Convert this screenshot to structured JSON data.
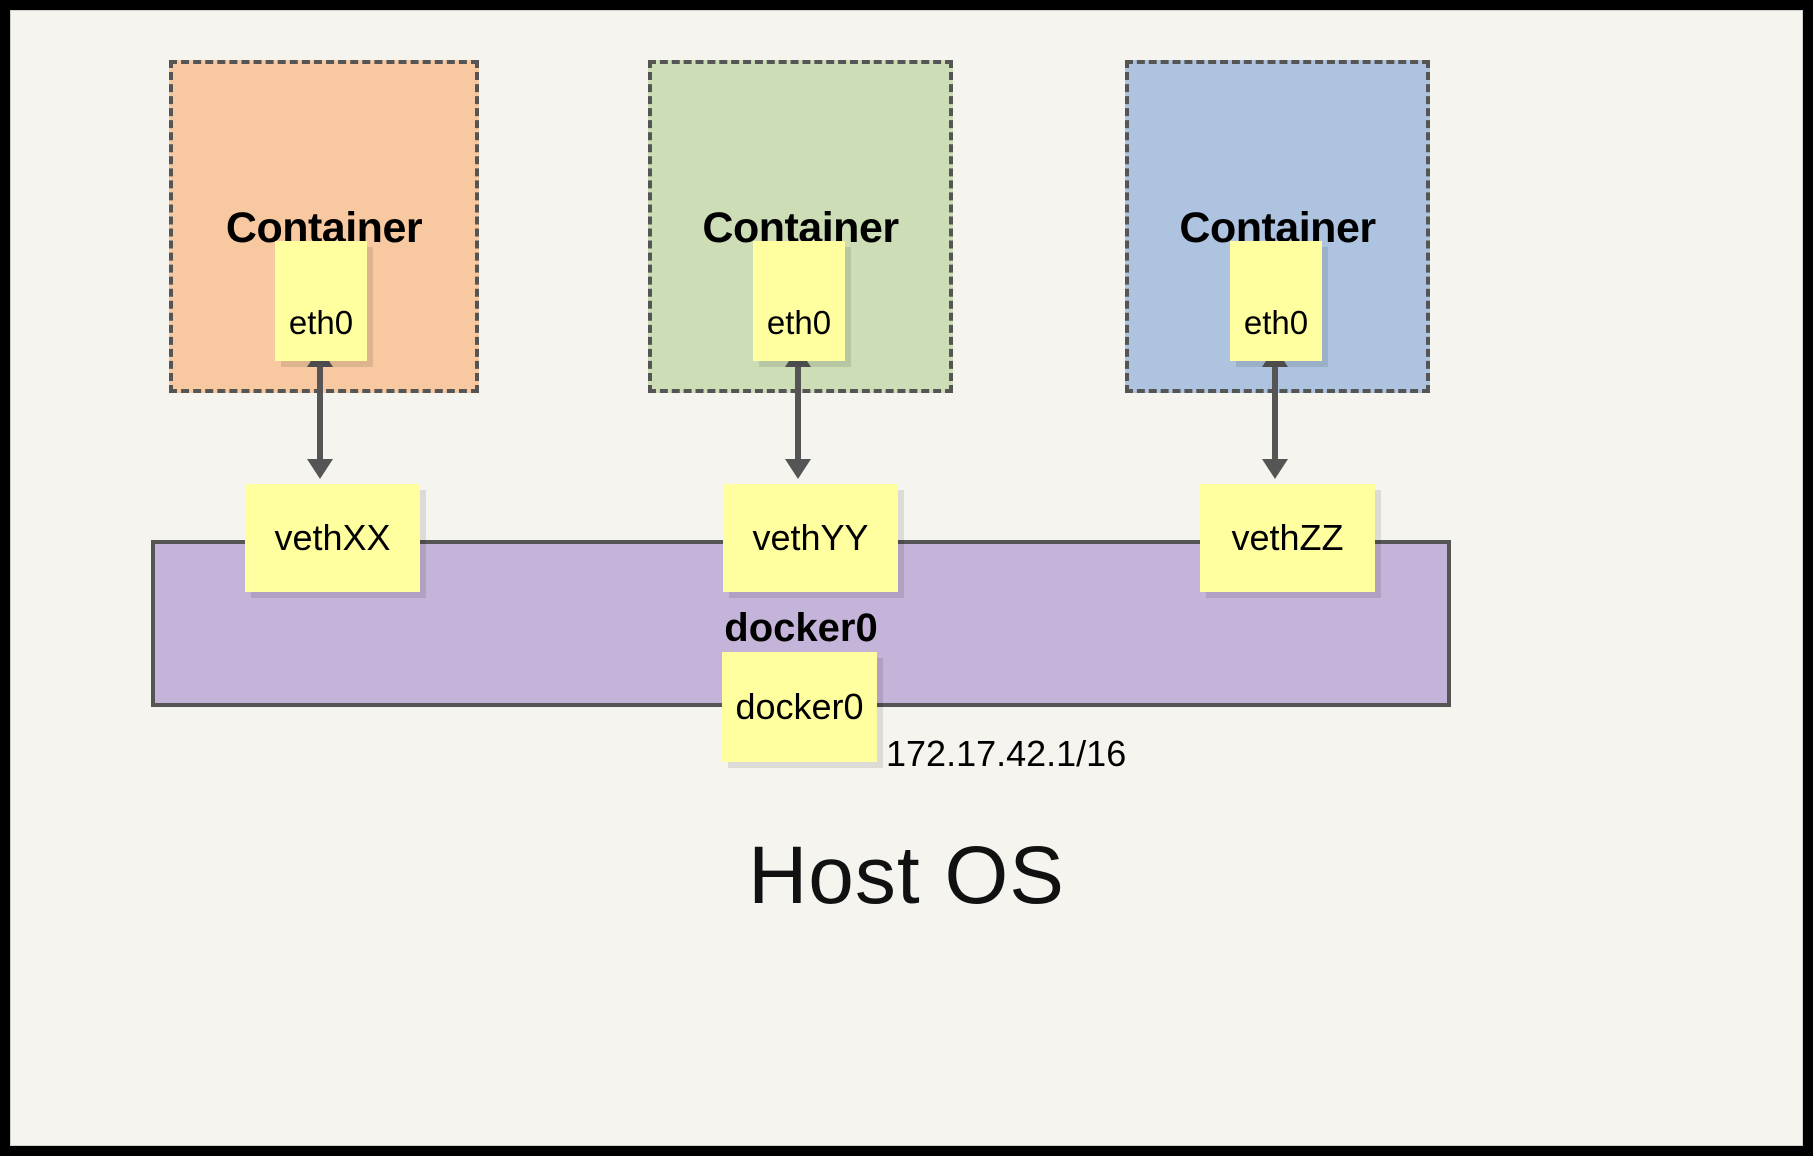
{
  "diagram": {
    "title_bottom": "Host OS",
    "bridge": {
      "label": "docker0",
      "port_label": "docker0",
      "ip": "172.17.42.1/16",
      "color": "#c5b4d9",
      "border_color": "#555555"
    },
    "containers": [
      {
        "title": "Container",
        "interface": "eth0",
        "color": "#f8c9a0",
        "veth": "vethXX"
      },
      {
        "title": "Container",
        "interface": "eth0",
        "color": "#cddeb6",
        "veth": "vethYY"
      },
      {
        "title": "Container",
        "interface": "eth0",
        "color": "#aec3e0",
        "veth": "vethZZ"
      }
    ],
    "colors": {
      "background": "#f5f4ef",
      "frame": "#000000",
      "note": "#ffffa0",
      "stroke": "#555555"
    }
  }
}
